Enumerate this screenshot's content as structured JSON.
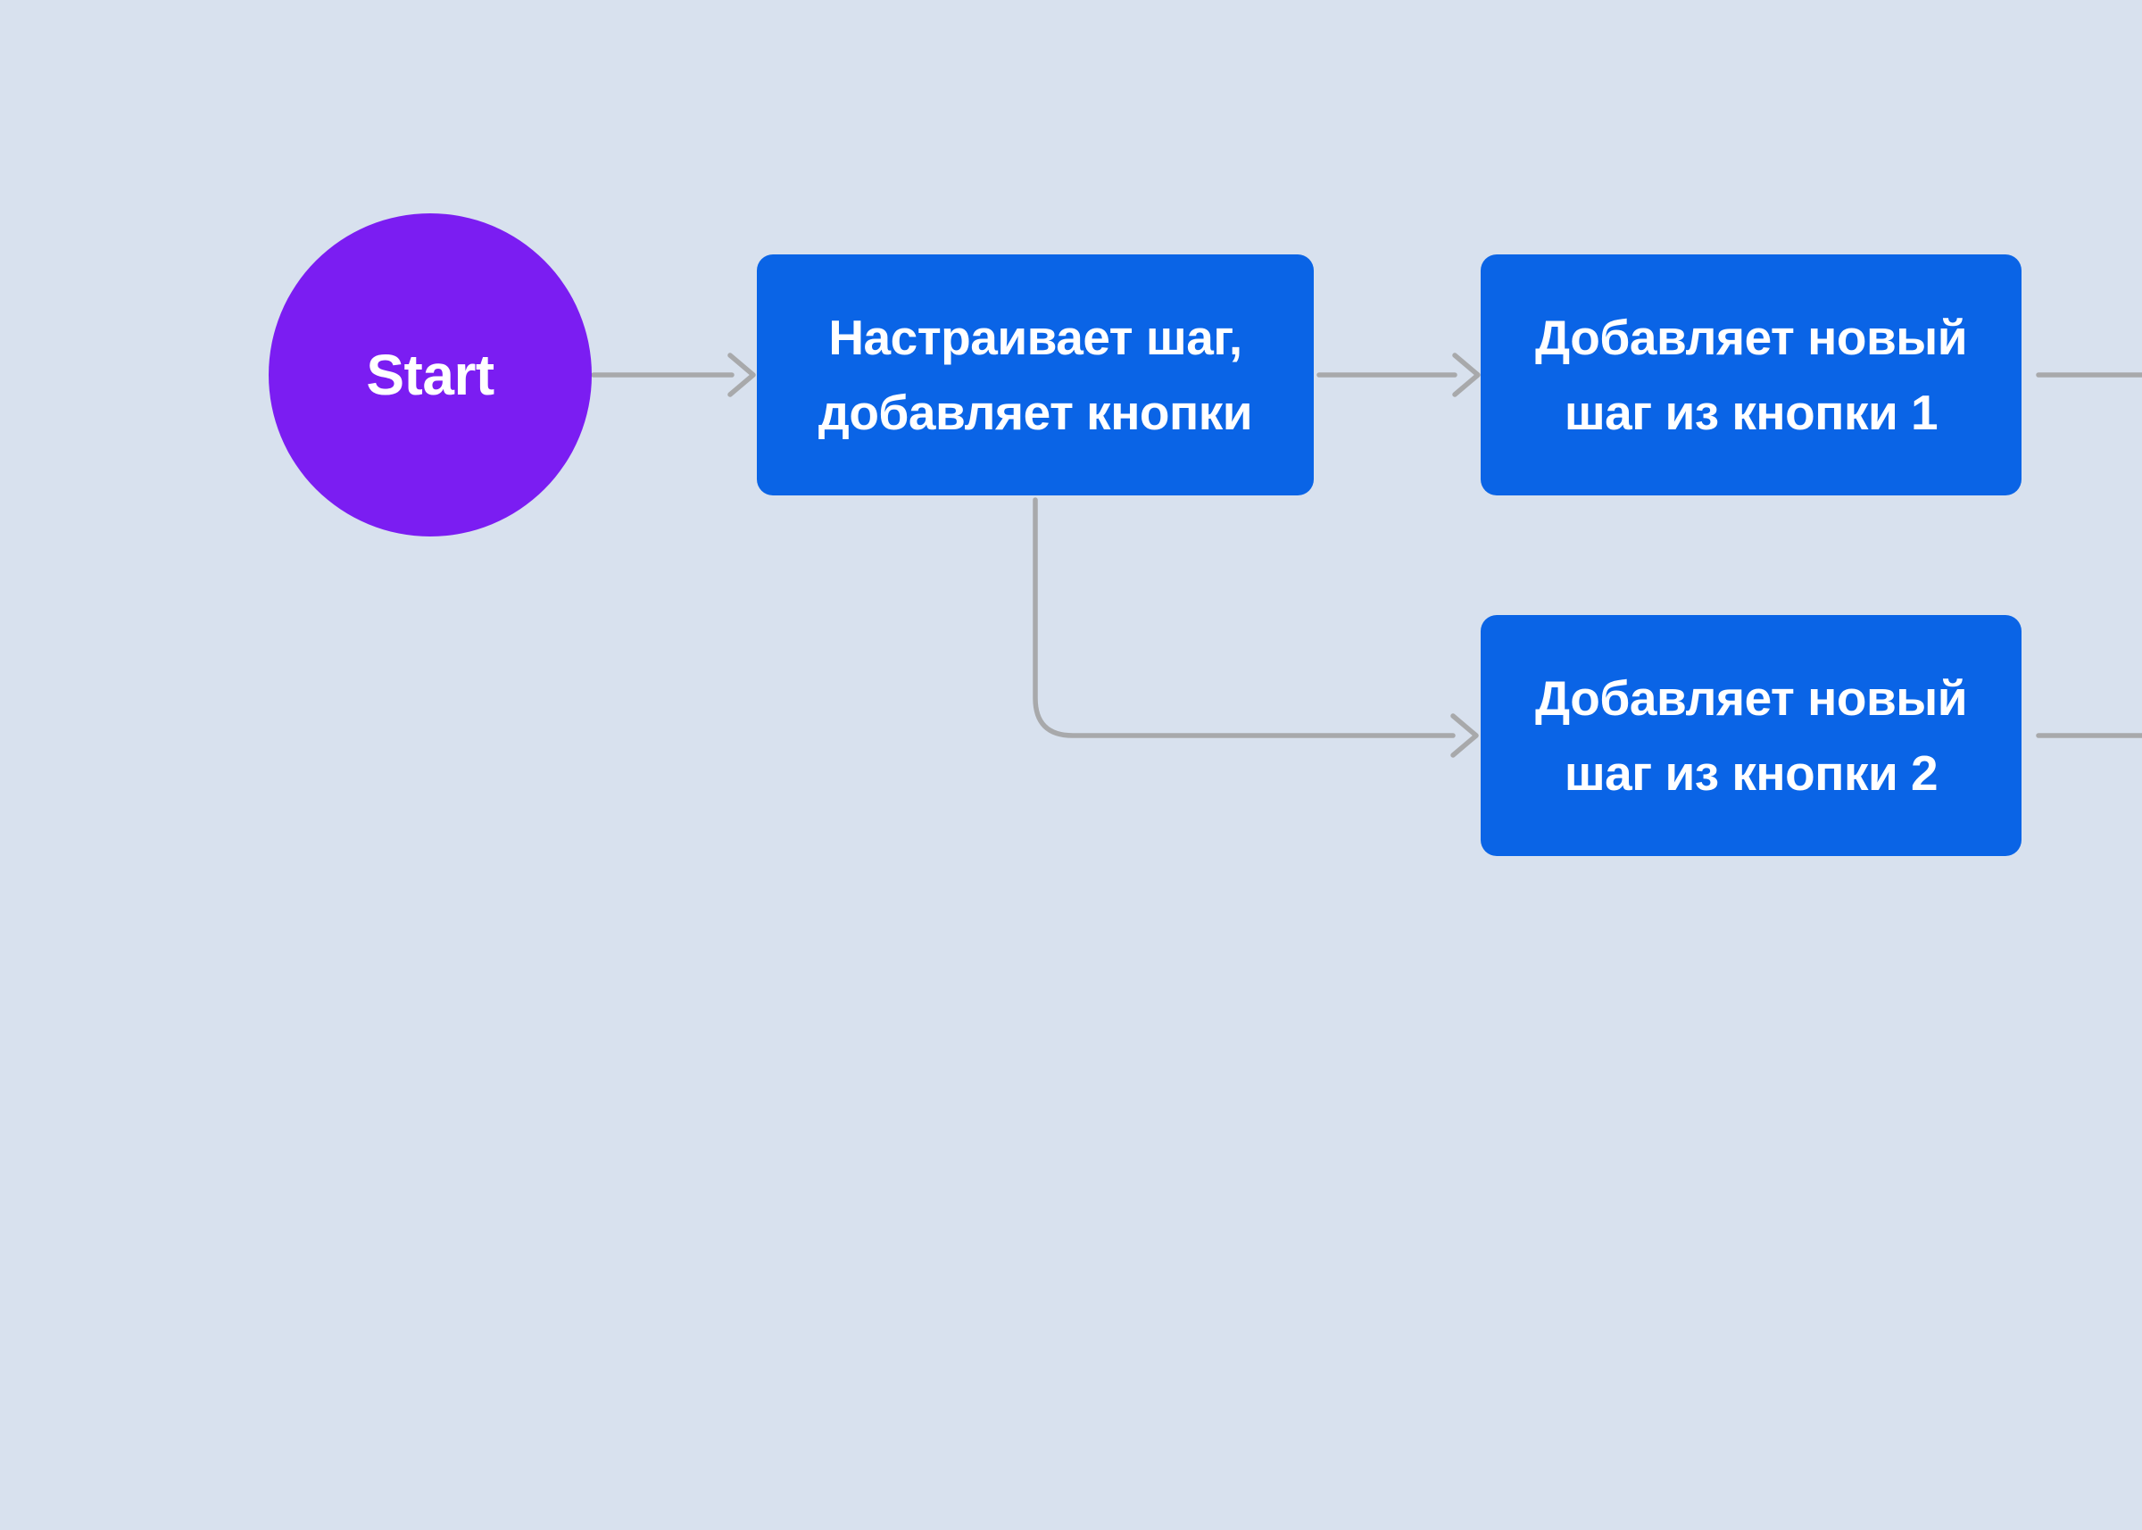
{
  "canvas": {
    "background_color": "#D8E1EE"
  },
  "palette": {
    "node_purple": "#7B1DF2",
    "node_blue": "#0A64E6",
    "connector_gray": "#A8A9AB",
    "text_white": "#FFFFFF"
  },
  "nodes": {
    "start": {
      "shape": "circle",
      "color": "#7B1DF2",
      "label": "Start"
    },
    "step1": {
      "shape": "rounded-rect",
      "color": "#0A64E6",
      "label": "Настраивает шаг, добавляет кнопки",
      "lines": [
        "Настраивает шаг,",
        "добавляет кнопки"
      ]
    },
    "step2": {
      "shape": "rounded-rect",
      "color": "#0A64E6",
      "label": "Добавляет новый шаг из кнопки 1",
      "lines": [
        "Добавляет новый",
        "шаг из кнопки 1"
      ]
    },
    "step3": {
      "shape": "rounded-rect",
      "color": "#0A64E6",
      "label": "Добавляет новый шаг из кнопки 2",
      "lines": [
        "Добавляет новый",
        "шаг из кнопки 2"
      ]
    }
  },
  "connectors": [
    {
      "from": "start",
      "to": "step1",
      "type": "straight-arrow"
    },
    {
      "from": "step1",
      "to": "step2",
      "type": "straight-arrow"
    },
    {
      "from": "step1",
      "to": "step3",
      "type": "elbow-arrow"
    },
    {
      "from": "step2",
      "to": "offscreen-right",
      "type": "line"
    },
    {
      "from": "step3",
      "to": "offscreen-right",
      "type": "line"
    }
  ]
}
